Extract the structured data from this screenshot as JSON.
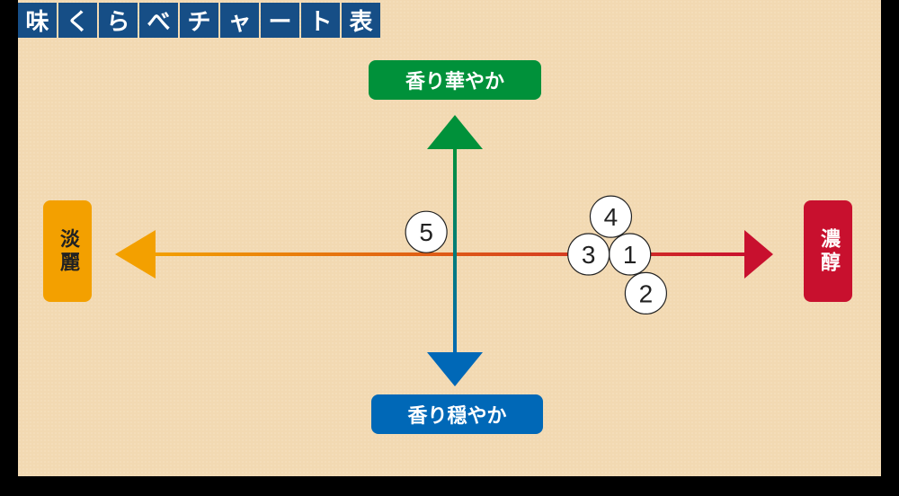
{
  "title_chars": [
    "味",
    "く",
    "ら",
    "べ",
    "チ",
    "ャ",
    "ー",
    "ト",
    "表"
  ],
  "chart_data": {
    "type": "scatter",
    "title": "味くらべチャート表",
    "x_axis": {
      "min_label": "淡麗",
      "max_label": "濃醇",
      "range": [
        -1,
        1
      ]
    },
    "y_axis": {
      "min_label": "香り穏やか",
      "max_label": "香り華やか",
      "range": [
        -1,
        1
      ]
    },
    "points": [
      {
        "label": "1",
        "x": 0.55,
        "y": 0.0
      },
      {
        "label": "2",
        "x": 0.6,
        "y": -0.28
      },
      {
        "label": "3",
        "x": 0.42,
        "y": 0.0
      },
      {
        "label": "4",
        "x": 0.49,
        "y": 0.27
      },
      {
        "label": "5",
        "x": -0.09,
        "y": 0.16
      }
    ]
  },
  "colors": {
    "top": "#00913a",
    "bottom": "#0068b7",
    "left": "#f3a000",
    "right": "#c8102e",
    "title_bg": "#164e86"
  }
}
